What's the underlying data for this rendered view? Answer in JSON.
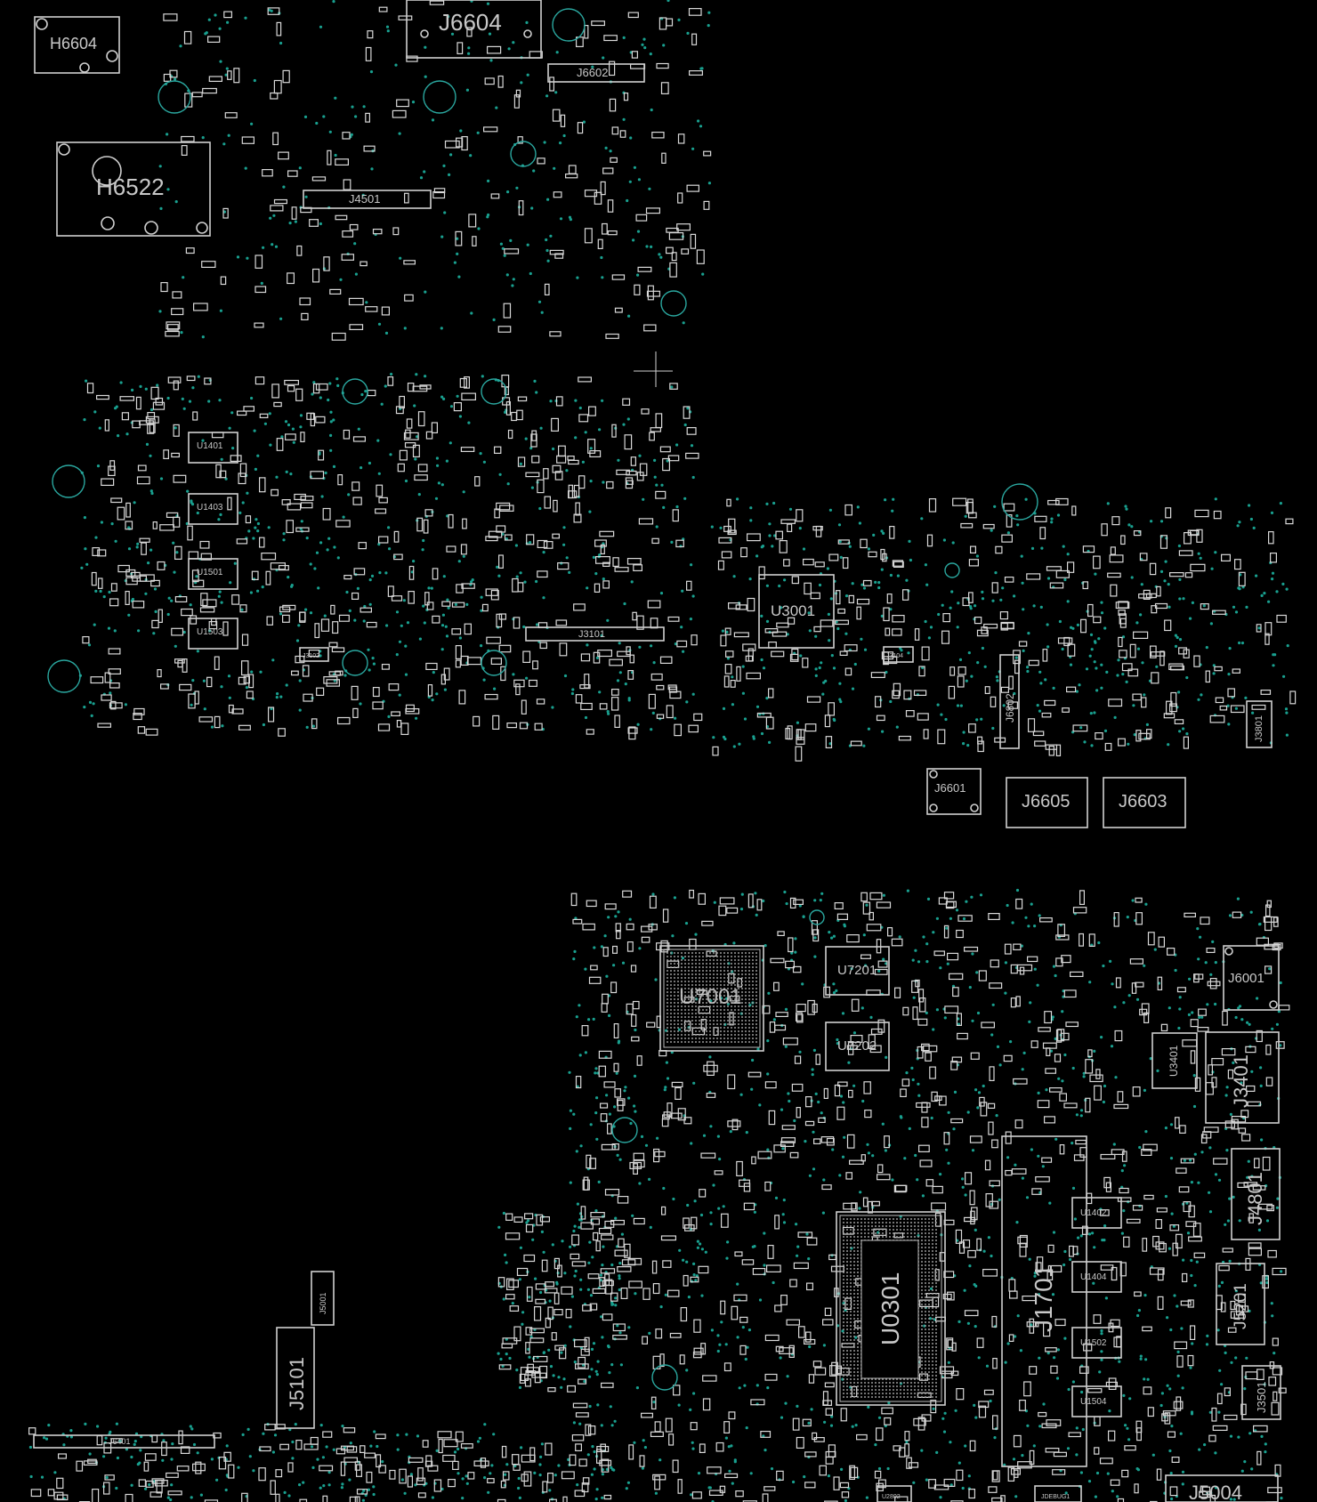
{
  "board": {
    "colors": {
      "background": "#000000",
      "silkscreen": "#cfcfcf",
      "via": "#19a08f",
      "mounting_hole": "#2aa79f"
    },
    "components": [
      {
        "id": "c-h6604",
        "label": "H6604",
        "kind": "mount"
      },
      {
        "id": "c-j6604",
        "label": "J6604",
        "kind": "connector"
      },
      {
        "id": "c-j6602",
        "label": "J6602",
        "kind": "connector"
      },
      {
        "id": "c-h6522",
        "label": "H6522",
        "kind": "mount"
      },
      {
        "id": "c-j4501",
        "label": "J4501",
        "kind": "connector"
      },
      {
        "id": "c-u1401",
        "label": "U1401",
        "kind": "chip"
      },
      {
        "id": "c-u1403",
        "label": "U1403",
        "kind": "chip"
      },
      {
        "id": "c-u1501",
        "label": "U1501",
        "kind": "chip"
      },
      {
        "id": "c-u1503",
        "label": "U1503",
        "kind": "chip"
      },
      {
        "id": "c-j3101",
        "label": "J3101",
        "kind": "connector"
      },
      {
        "id": "c-j3102",
        "label": "J3102",
        "kind": "connector"
      },
      {
        "id": "c-u3001",
        "label": "U3001",
        "kind": "chip"
      },
      {
        "id": "c-j3104",
        "label": "J3104",
        "kind": "connector"
      },
      {
        "id": "c-j6802",
        "label": "J6802",
        "kind": "connector"
      },
      {
        "id": "c-j3801",
        "label": "J3801",
        "kind": "connector"
      },
      {
        "id": "c-j6601",
        "label": "J6601",
        "kind": "connector"
      },
      {
        "id": "c-j6605",
        "label": "J6605",
        "kind": "connector"
      },
      {
        "id": "c-j6603",
        "label": "J6603",
        "kind": "connector"
      },
      {
        "id": "c-u7001",
        "label": "U7001",
        "kind": "bga"
      },
      {
        "id": "c-u7201",
        "label": "U7201",
        "kind": "chip"
      },
      {
        "id": "c-u7202",
        "label": "U7202",
        "kind": "chip"
      },
      {
        "id": "c-j6001",
        "label": "J6001",
        "kind": "connector"
      },
      {
        "id": "c-u3401",
        "label": "U3401",
        "kind": "chip"
      },
      {
        "id": "c-j3401",
        "label": "J3401",
        "kind": "connector"
      },
      {
        "id": "c-j4801",
        "label": "J4801",
        "kind": "connector"
      },
      {
        "id": "c-u0301",
        "label": "U0301",
        "kind": "cpu"
      },
      {
        "id": "c-j1701",
        "label": "J1701",
        "kind": "socket"
      },
      {
        "id": "c-u1402",
        "label": "U1402",
        "kind": "chip"
      },
      {
        "id": "c-u1404",
        "label": "U1404",
        "kind": "chip"
      },
      {
        "id": "c-u1502",
        "label": "U1502",
        "kind": "chip"
      },
      {
        "id": "c-u1504",
        "label": "U1504",
        "kind": "chip"
      },
      {
        "id": "c-j5201",
        "label": "J5201",
        "kind": "connector"
      },
      {
        "id": "c-j3501",
        "label": "J3501",
        "kind": "connector"
      },
      {
        "id": "c-j5101",
        "label": "J5101",
        "kind": "connector"
      },
      {
        "id": "c-j5001",
        "label": "J5001",
        "kind": "connector"
      },
      {
        "id": "c-j6401",
        "label": "J6401",
        "kind": "connector"
      },
      {
        "id": "c-j5004",
        "label": "J5004",
        "kind": "connector"
      },
      {
        "id": "c-jdebug1",
        "label": "JDEBUG1",
        "kind": "connector"
      },
      {
        "id": "c-u2802",
        "label": "U2802",
        "kind": "chip"
      }
    ]
  }
}
